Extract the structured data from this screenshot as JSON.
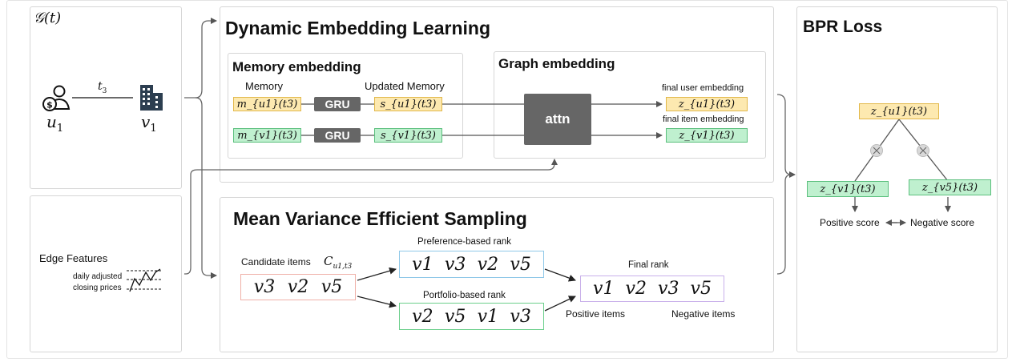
{
  "graph_panel": {
    "title": "𝒢(t)",
    "edge_label": "t",
    "edge_label_sub": "3",
    "user_node": "u",
    "user_node_sub": "1",
    "item_node": "v",
    "item_node_sub": "1",
    "user_icon": "user-coin-icon",
    "item_icon": "building-icon"
  },
  "edge_panel": {
    "title": "Edge Features",
    "chart_caption_line1": "daily adjusted",
    "chart_caption_line2": "closing prices",
    "chart_icon": "price-chart-icon"
  },
  "dynamic": {
    "title": "Dynamic Embedding Learning",
    "memory": {
      "title": "Memory embedding",
      "memory_label": "Memory",
      "updated_label": "Updated Memory",
      "gru_label": "GRU",
      "m_u": "m_{u1}(t3)",
      "m_v": "m_{v1}(t3)",
      "s_u": "s_{u1}(t3)",
      "s_v": "s_{v1}(t3)"
    },
    "graph": {
      "title": "Graph embedding",
      "attn_label": "attn",
      "final_user_label": "final user embedding",
      "final_item_label": "final item embedding",
      "z_u": "z_{u1}(t3)",
      "z_v": "z_{v1}(t3)"
    }
  },
  "sampling": {
    "title": "Mean Variance Efficient Sampling",
    "candidate_label": "Candidate items",
    "candidate_symbol": "C",
    "candidate_sub": "u1,t3",
    "candidates": [
      "v3",
      "v2",
      "v5"
    ],
    "preference_label": "Preference-based rank",
    "preference_rank": [
      "v1",
      "v3",
      "v2",
      "v5"
    ],
    "portfolio_label": "Portfolio-based rank",
    "portfolio_rank": [
      "v2",
      "v5",
      "v1",
      "v3"
    ],
    "final_label": "Final rank",
    "final_rank": [
      "v1",
      "v2",
      "v3",
      "v5"
    ],
    "positive_label": "Positive items",
    "negative_label": "Negative items"
  },
  "bpr": {
    "title": "BPR Loss",
    "z_u": "z_{u1}(t3)",
    "z_pos": "z_{v1}(t3)",
    "z_neg": "z_{v5}(t3)",
    "positive_score": "Positive score",
    "negative_score": "Negative score"
  },
  "colors": {
    "yellow_fill": "#fde9b0",
    "green_fill": "#bff0cf",
    "gray_block": "#666666",
    "blue_border": "#8fc8e8",
    "green_border": "#6ccf8c",
    "red_border": "#efb0a8",
    "purple_border": "#c9b0ea"
  }
}
